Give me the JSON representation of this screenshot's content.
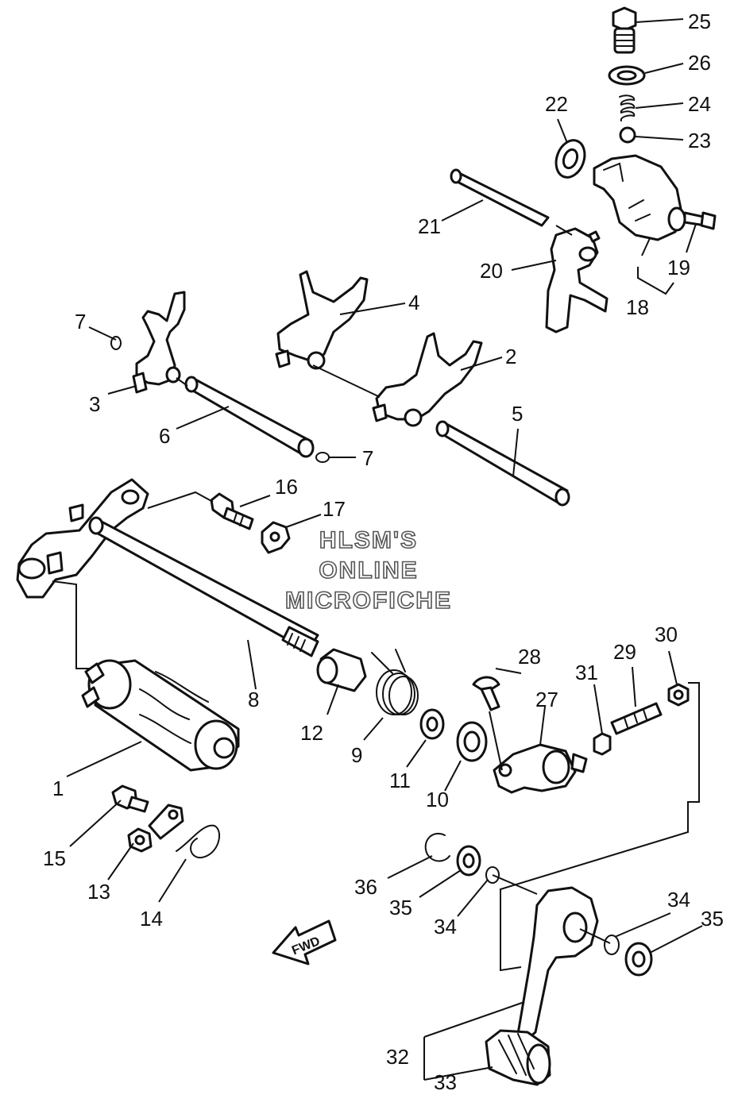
{
  "diagram": {
    "labels": {
      "p1": "1",
      "p2": "2",
      "p3": "3",
      "p4": "4",
      "p5": "5",
      "p6": "6",
      "p7a": "7",
      "p7b": "7",
      "p8": "8",
      "p9": "9",
      "p10": "10",
      "p11": "11",
      "p12": "12",
      "p13": "13",
      "p14": "14",
      "p15": "15",
      "p16": "16",
      "p17": "17",
      "p18": "18",
      "p19": "19",
      "p20": "20",
      "p21": "21",
      "p22": "22",
      "p23": "23",
      "p24": "24",
      "p25": "25",
      "p26": "26",
      "p27": "27",
      "p28": "28",
      "p29": "29",
      "p30": "30",
      "p31": "31",
      "p32": "32",
      "p33": "33",
      "p34a": "34",
      "p34b": "34",
      "p35a": "35",
      "p35b": "35",
      "p36": "36"
    },
    "watermark": {
      "line1": "HLSM'S",
      "line2": "ONLINE",
      "line3": "MICROFICHE"
    },
    "direction_badge": "FWD",
    "colors": {
      "ink": "#111111",
      "paper": "#ffffff",
      "watermark_outline": "#555555"
    }
  }
}
